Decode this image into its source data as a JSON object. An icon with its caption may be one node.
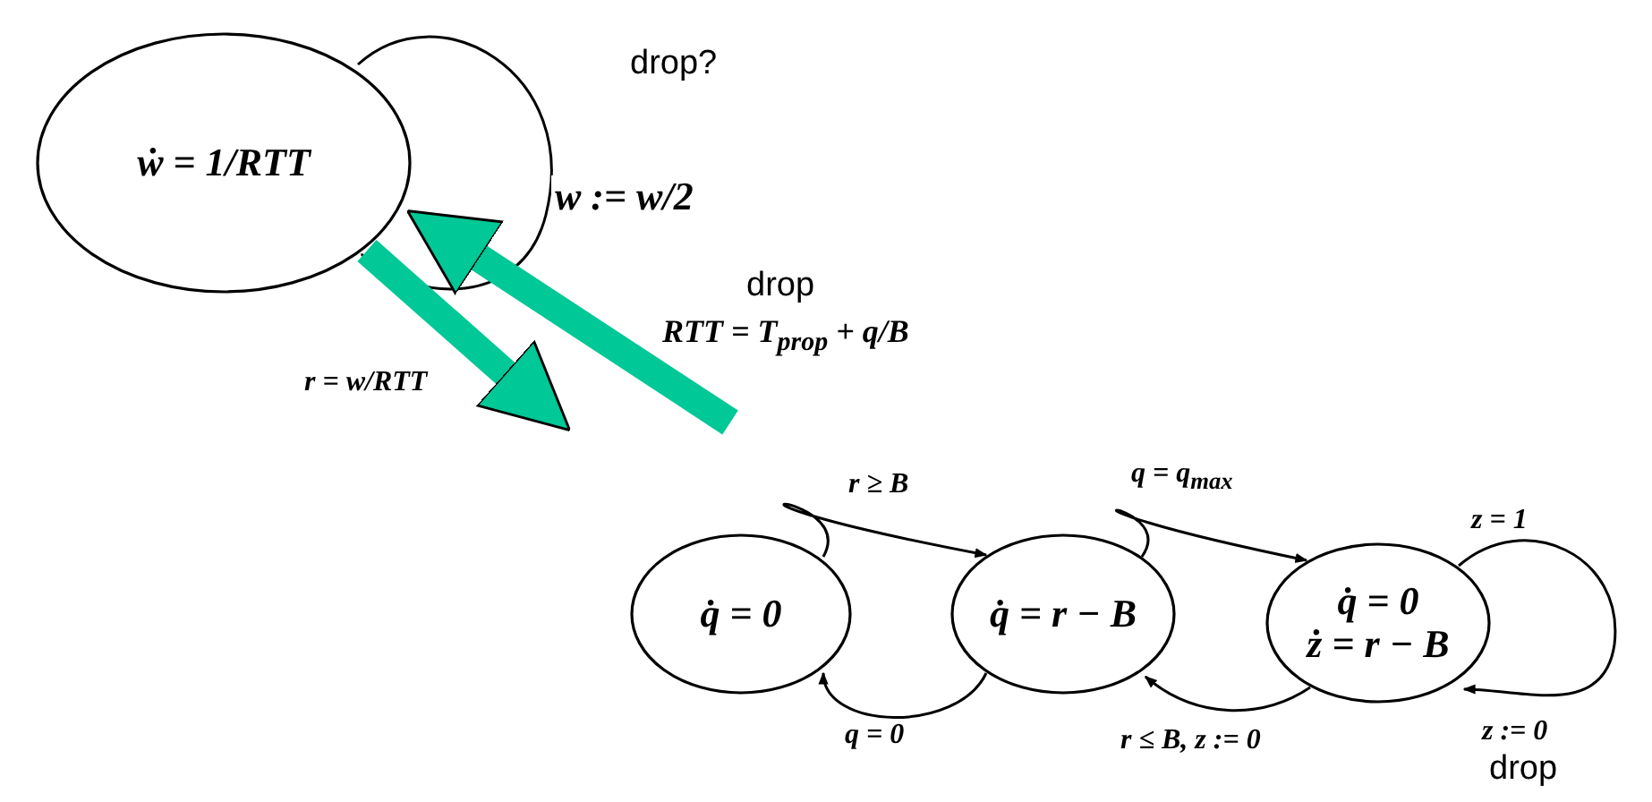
{
  "diagram": {
    "nodes": [
      {
        "text": [
          "ẇ = 1/RTT"
        ]
      },
      {
        "text": [
          "q̇ = 0"
        ]
      },
      {
        "text": [
          "q̇ = r − B"
        ]
      },
      {
        "text": [
          "q̇ = 0",
          "ż = r − B"
        ]
      }
    ],
    "edges": [
      {
        "from": 0,
        "to": 0,
        "arrow": "to",
        "label": "drop?"
      },
      {
        "from": 1,
        "to": 2,
        "arrow": "to",
        "label": "r ≥ B"
      },
      {
        "from": 2,
        "to": 1,
        "arrow": "to",
        "label": "q = 0"
      },
      {
        "from": 2,
        "to": 3,
        "arrow": "to",
        "label": "q = q$_{max}$"
      },
      {
        "from": 3,
        "to": 2,
        "arrow": "to",
        "label": "r ≤ B, z := 0"
      },
      {
        "from": 3,
        "to": 3,
        "arrow": "to",
        "label": "z = 1"
      },
      {
        "from": 0,
        "to": null,
        "arrow": "to",
        "label": "r = w/RTT",
        "style": "thick",
        "color": "#00c896"
      },
      {
        "from": null,
        "to": 0,
        "arrow": "to",
        "label": "drop",
        "style": "thick",
        "color": "#00c896"
      }
    ],
    "labels": [
      "w := w/2",
      "RTT = T$_{prop}$ + q/B",
      "z := 0",
      "drop"
    ]
  }
}
